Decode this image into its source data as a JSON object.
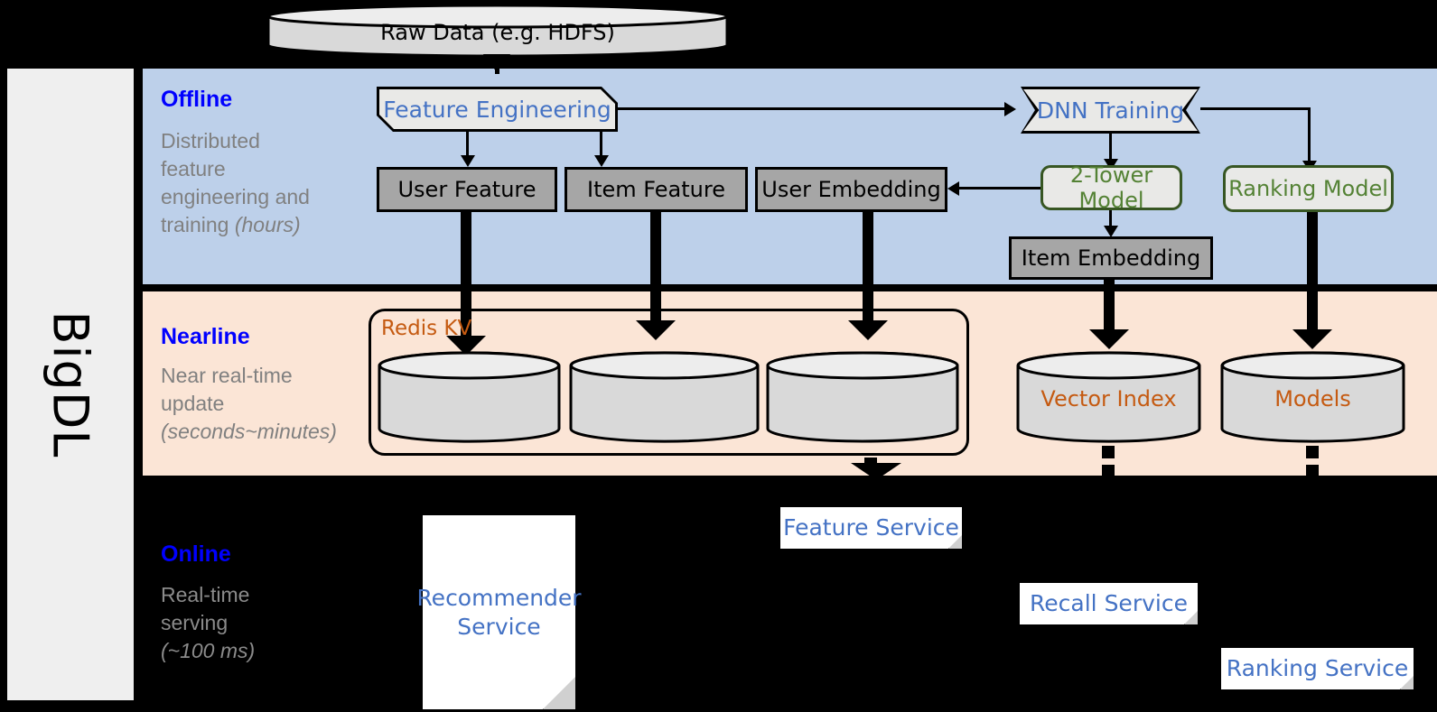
{
  "diagram": {
    "framework_label": "BigDL",
    "source": {
      "label": "Raw Data (e.g. HDFS)"
    },
    "bands": [
      {
        "id": "offline",
        "title": "Offline",
        "subtitle_lines": [
          "Distributed",
          "feature",
          "engineering and",
          "training "
        ],
        "subtitle_italic": "(hours)",
        "bg_color": "#bdd0ea"
      },
      {
        "id": "nearline",
        "title": "Nearline",
        "subtitle_lines": [
          "Near real-time",
          "update "
        ],
        "subtitle_italic": "(seconds~minutes)",
        "bg_color": "#fbe5d6"
      },
      {
        "id": "online",
        "title": "Online",
        "subtitle_lines": [
          "Real-time",
          "serving ",
          ""
        ],
        "subtitle_italic": "(~100 ms)",
        "bg_color": "#000000"
      }
    ],
    "offline_nodes": {
      "feature_engineering": "Feature Engineering",
      "dnn_training": "DNN Training",
      "user_feature": "User Feature",
      "item_feature": "Item Feature",
      "user_embedding": "User Embedding",
      "two_tower_model": "2-Tower Model",
      "ranking_model": "Ranking Model",
      "item_embedding": "Item Embedding"
    },
    "nearline_nodes": {
      "redis_kv": "Redis KV",
      "store_1": "",
      "store_2": "",
      "store_3": "",
      "vector_index": "Vector Index",
      "models": "Models"
    },
    "online_nodes": {
      "recommender_service": "Recommender Service",
      "feature_service": "Feature Service",
      "recall_service": "Recall Service",
      "ranking_service": "Ranking Service"
    },
    "colors": {
      "offline_bg": "#bdd0ea",
      "nearline_bg": "#fbe5d6",
      "online_bg": "#000000",
      "band_title": "#0000ff",
      "band_subtitle": "#808080",
      "grey_box": "#a6a6a6",
      "model_text": "#548235",
      "model_border": "#375623",
      "process_text": "#4472c4",
      "store_text": "#c55a11",
      "panel_bg": "#efefef"
    }
  }
}
